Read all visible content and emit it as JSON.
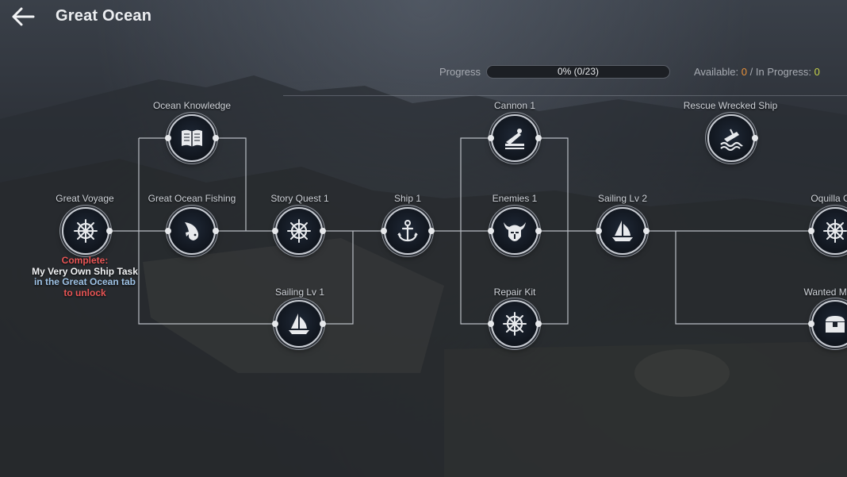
{
  "header": {
    "title": "Great Ocean"
  },
  "progress": {
    "label": "Progress",
    "text": "0% (0/23)",
    "fraction": 0
  },
  "status": {
    "available_label": "Available:",
    "available_value": "0",
    "separator": "/",
    "in_progress_label": "In Progress:",
    "in_progress_value": "0"
  },
  "nodes": {
    "great_voyage": {
      "label": "Great Voyage",
      "icon": "ship-wheel-icon"
    },
    "ocean_knowledge": {
      "label": "Ocean Knowledge",
      "icon": "book-icon"
    },
    "great_ocean_fishing": {
      "label": "Great Ocean Fishing",
      "icon": "fish-icon"
    },
    "story_quest_1": {
      "label": "Story Quest 1",
      "icon": "ship-wheel-icon"
    },
    "sailing_lv_1": {
      "label": "Sailing Lv 1",
      "icon": "sailboat-icon"
    },
    "ship_1": {
      "label": "Ship 1",
      "icon": "anchor-icon"
    },
    "cannon_1": {
      "label": "Cannon 1",
      "icon": "cannon-icon"
    },
    "enemies_1": {
      "label": "Enemies 1",
      "icon": "horned-helmet-icon"
    },
    "repair_kit": {
      "label": "Repair Kit",
      "icon": "ship-wheel-icon"
    },
    "sailing_lv_2": {
      "label": "Sailing Lv 2",
      "icon": "sailboat-icon"
    },
    "rescue_wrecked_ship": {
      "label": "Rescue Wrecked Ship",
      "icon": "wreck-icon"
    },
    "oquilla": {
      "label": "Oquilla C",
      "icon": "ship-wheel-icon"
    },
    "wanted": {
      "label": "Wanted Mi",
      "icon": "treasure-chest-icon"
    }
  },
  "unlock_note": {
    "line1": "Complete:",
    "line2": "My Very Own Ship Task",
    "line3": "in the Great Ocean tab",
    "line4": "to unlock"
  },
  "colors": {
    "accent_orange": "#e8913a",
    "accent_green": "#c6d24a",
    "requirement_red": "#e85555",
    "tab_blue": "#9fc3e6"
  }
}
